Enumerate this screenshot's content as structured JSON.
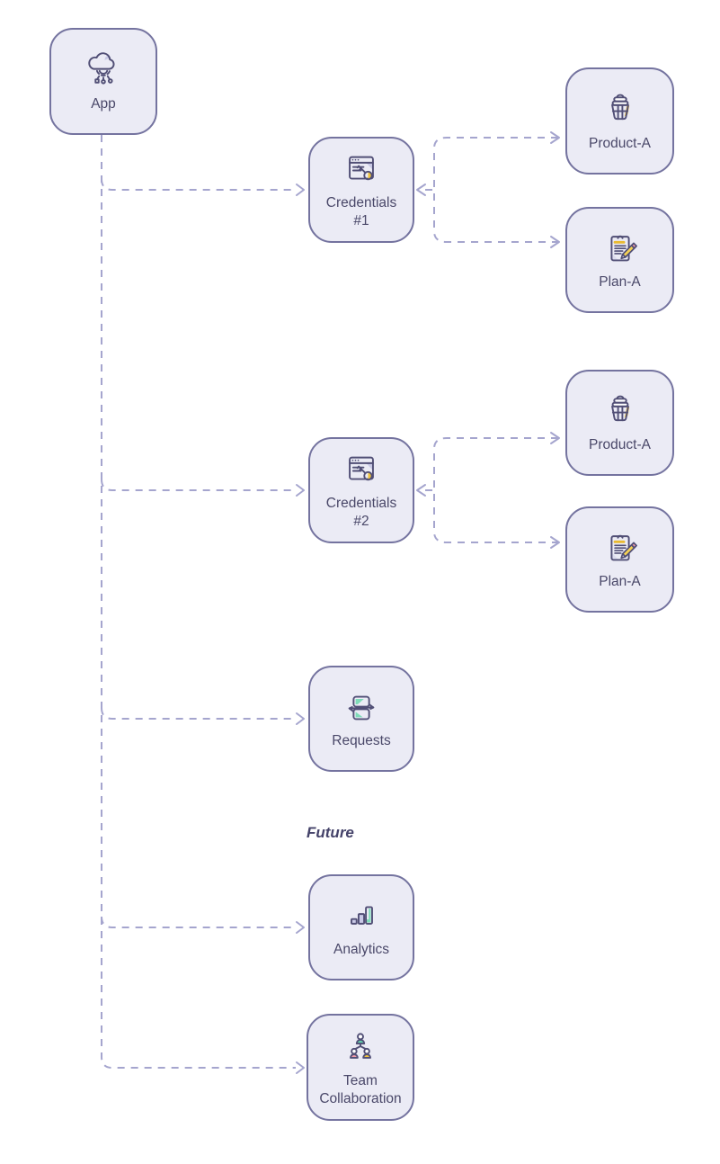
{
  "diagram": {
    "section_label": "Future",
    "nodes": {
      "app": {
        "label": "App",
        "icon": "cloud-app-icon"
      },
      "credentials1": {
        "label": "Credentials #1",
        "icon": "browser-key-icon"
      },
      "product_a1": {
        "label": "Product-A",
        "icon": "product-basket-icon"
      },
      "plan_a1": {
        "label": "Plan-A",
        "icon": "clipboard-pencil-icon"
      },
      "credentials2": {
        "label": "Credentials #2",
        "icon": "browser-key-icon"
      },
      "product_a2": {
        "label": "Product-A",
        "icon": "product-basket-icon"
      },
      "plan_a2": {
        "label": "Plan-A",
        "icon": "clipboard-pencil-icon"
      },
      "requests": {
        "label": "Requests",
        "icon": "sync-cards-icon"
      },
      "analytics": {
        "label": "Analytics",
        "icon": "bar-chart-icon"
      },
      "team": {
        "label": "Team Collaboration",
        "icon": "team-hierarchy-icon"
      }
    },
    "edges": [
      {
        "from": "app",
        "to": "credentials1",
        "style": "dashed",
        "arrow": "to"
      },
      {
        "from": "app",
        "to": "credentials2",
        "style": "dashed",
        "arrow": "to"
      },
      {
        "from": "app",
        "to": "requests",
        "style": "dashed",
        "arrow": "to"
      },
      {
        "from": "app",
        "to": "analytics",
        "style": "dashed",
        "arrow": "to"
      },
      {
        "from": "app",
        "to": "team",
        "style": "dashed",
        "arrow": "to"
      },
      {
        "from": "credentials1",
        "to": "product_a1",
        "style": "dashed",
        "arrow": "both"
      },
      {
        "from": "credentials1",
        "to": "plan_a1",
        "style": "dashed",
        "arrow": "both"
      },
      {
        "from": "credentials2",
        "to": "product_a2",
        "style": "dashed",
        "arrow": "both"
      },
      {
        "from": "credentials2",
        "to": "plan_a2",
        "style": "dashed",
        "arrow": "both"
      }
    ],
    "colors": {
      "background": "#ffffff",
      "node_fill": "#ebebf5",
      "node_border": "#74739f",
      "edge_line": "#a5a5ce",
      "label_text": "#4a4869",
      "icon_stroke": "#514f76",
      "accent_yellow": "#eec23f",
      "accent_teal": "#6fd6b1",
      "accent_pink": "#f09aa8",
      "accent_lavender": "#c9c9e6"
    }
  }
}
